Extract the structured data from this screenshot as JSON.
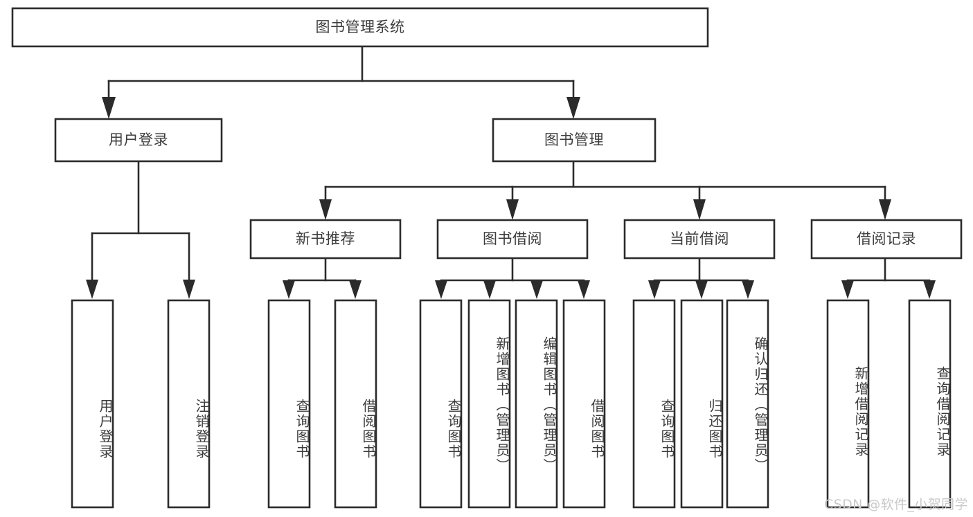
{
  "diagram": {
    "type": "tree-hierarchy",
    "title": "图书管理系统",
    "root": {
      "id": "root",
      "label": "图书管理系统",
      "orientation": "horizontal"
    },
    "level2": [
      {
        "id": "user-login",
        "label": "用户登录",
        "orientation": "horizontal"
      },
      {
        "id": "book-manage",
        "label": "图书管理",
        "orientation": "horizontal"
      }
    ],
    "level3": [
      {
        "id": "new-book-recommend",
        "label": "新书推荐",
        "orientation": "horizontal"
      },
      {
        "id": "book-borrow",
        "label": "图书借阅",
        "orientation": "horizontal"
      },
      {
        "id": "current-borrow",
        "label": "当前借阅",
        "orientation": "horizontal"
      },
      {
        "id": "borrow-record",
        "label": "借阅记录",
        "orientation": "horizontal"
      }
    ],
    "leaves": {
      "user_login": [
        {
          "id": "leaf-user-login",
          "label": "用户登录",
          "orientation": "vertical"
        },
        {
          "id": "leaf-user-logout",
          "label": "注销登录",
          "orientation": "vertical"
        }
      ],
      "new_book_recommend": [
        {
          "id": "leaf-query-book-1",
          "label": "查询图书",
          "orientation": "vertical"
        },
        {
          "id": "leaf-borrow-book-1",
          "label": "借阅图书",
          "orientation": "vertical"
        }
      ],
      "book_borrow": [
        {
          "id": "leaf-query-book-2",
          "label": "查询图书",
          "orientation": "vertical"
        },
        {
          "id": "leaf-add-book",
          "label": "新增图书（管理员）",
          "orientation": "vertical"
        },
        {
          "id": "leaf-edit-book",
          "label": "编辑图书（管理员）",
          "orientation": "vertical"
        },
        {
          "id": "leaf-borrow-book-2",
          "label": "借阅图书",
          "orientation": "vertical"
        }
      ],
      "current_borrow": [
        {
          "id": "leaf-query-book-3",
          "label": "查询图书",
          "orientation": "vertical"
        },
        {
          "id": "leaf-return-book",
          "label": "归还图书",
          "orientation": "vertical"
        },
        {
          "id": "leaf-confirm-return",
          "label": "确认归还（管理员）",
          "orientation": "vertical"
        }
      ],
      "borrow_record": [
        {
          "id": "leaf-add-borrow-record",
          "label": "新增借阅记录",
          "orientation": "vertical"
        },
        {
          "id": "leaf-query-borrow-record",
          "label": "查询借阅记录",
          "orientation": "vertical"
        }
      ]
    },
    "colors": {
      "stroke": "#2b2b2b",
      "box_fill": "#ffffff",
      "text": "#3c3c3c",
      "background": "#ffffff",
      "watermark": "#c9c9c9"
    }
  },
  "watermark": {
    "text": "CSDN @软件_小贺同学"
  }
}
